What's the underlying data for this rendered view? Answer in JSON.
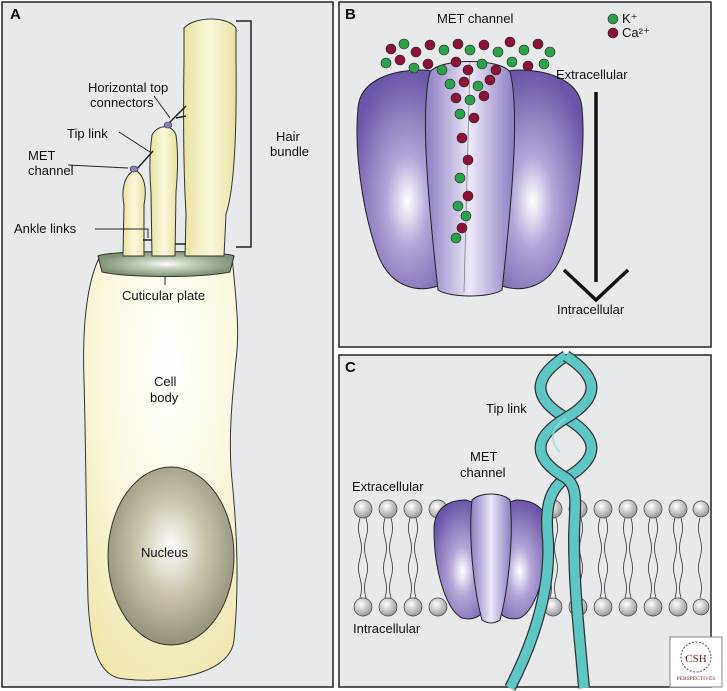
{
  "panels": {
    "a": {
      "letter": "A",
      "labels": {
        "horizontal_top_connectors_1": "Horizontal top",
        "horizontal_top_connectors_2": "connectors",
        "tip_link": "Tip link",
        "met_channel_1": "MET",
        "met_channel_2": "channel",
        "hair_bundle_1": "Hair",
        "hair_bundle_2": "bundle",
        "ankle_links": "Ankle links",
        "cuticular_plate": "Cuticular plate",
        "cell_body_1": "Cell",
        "cell_body_2": "body",
        "nucleus": "Nucleus"
      }
    },
    "b": {
      "letter": "B",
      "labels": {
        "title": "MET channel",
        "extracellular": "Extracellular",
        "intracellular": "Intracellular"
      },
      "legend": {
        "k_ion": "K⁺",
        "ca_ion": "Ca²⁺"
      }
    },
    "c": {
      "letter": "C",
      "labels": {
        "tip_link": "Tip link",
        "met_1": "MET",
        "met_2": "channel",
        "extracellular": "Extracellular",
        "intracellular": "Intracellular"
      }
    }
  },
  "colors": {
    "panel_bg": "#e8e9ea",
    "cell_yellow": "#f2ecb8",
    "cuticular_green": "#8a9c80",
    "nucleus": "#9a957c",
    "channel_purple": "#6a55a8",
    "k_green": "#2aa14a",
    "ca_maroon": "#8a1236",
    "tip_link_teal": "#5ec6c4",
    "lipid_head": "#bdbdbd"
  },
  "logo": {
    "line1": "CSH",
    "line2": "PERSPECTIVES"
  }
}
